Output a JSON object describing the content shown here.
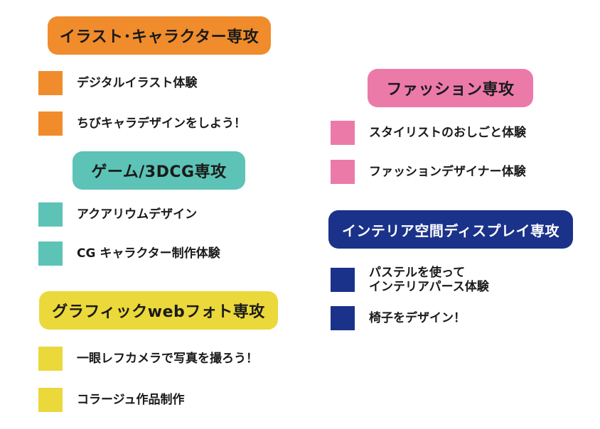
{
  "colors": {
    "illustration": "#f08c2c",
    "game": "#5cc3b6",
    "graphic": "#ebd83a",
    "fashion": "#ec7aa9",
    "interior": "#1a3289"
  },
  "sections": {
    "illustration": {
      "heading": "イラスト･キャラクター専攻",
      "items": [
        "デジタルイラスト体験",
        "ちびキャラデザインをしよう！"
      ]
    },
    "game": {
      "heading": "ゲーム/3DCG専攻",
      "items": [
        "アクアリウムデザイン",
        "CG キャラクター制作体験"
      ]
    },
    "graphic": {
      "heading": "グラフィックwebフォト専攻",
      "items": [
        "一眼レフカメラで写真を撮ろう！",
        "コラージュ作品制作"
      ]
    },
    "fashion": {
      "heading": "ファッション専攻",
      "items": [
        "スタイリストのおしごと体験",
        "ファッションデザイナー体験"
      ]
    },
    "interior": {
      "heading": "インテリア空間ディスプレイ専攻",
      "items": [
        "パステルを使って\nインテリアパース体験",
        "椅子をデザイン！"
      ]
    }
  }
}
